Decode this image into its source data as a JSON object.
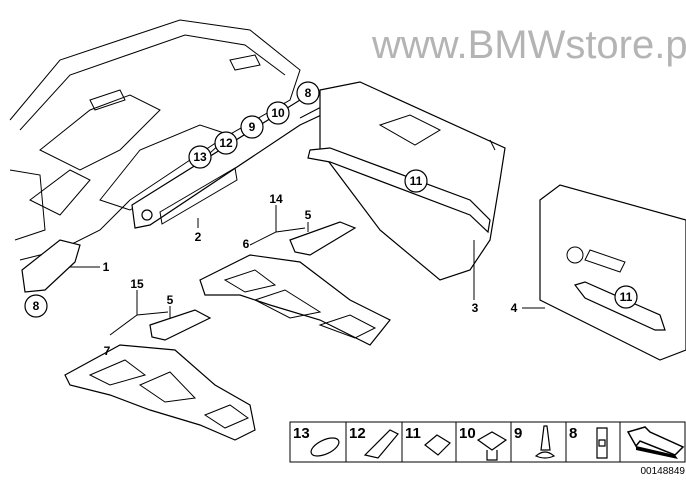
{
  "watermark": "www.BMWstore.pl",
  "drawing_number": "00148849",
  "callouts_circled": {
    "c8a": "8",
    "c8b": "8",
    "c10": "10",
    "c9": "9",
    "c12": "12",
    "c13": "13",
    "c11a": "11",
    "c11b": "11"
  },
  "callouts_plain": {
    "p1": "1",
    "p2": "2",
    "p3": "3",
    "p4": "4",
    "p5a": "5",
    "p5b": "5",
    "p6": "6",
    "p7": "7",
    "p14": "14",
    "p15": "15"
  },
  "legend": [
    {
      "num": "13",
      "part": "cap"
    },
    {
      "num": "12",
      "part": "clip-bracket"
    },
    {
      "num": "11",
      "part": "clip-nut"
    },
    {
      "num": "10",
      "part": "clip-nut-large"
    },
    {
      "num": "9",
      "part": "expanding-rivet"
    },
    {
      "num": "8",
      "part": "clip"
    },
    {
      "num": "",
      "part": "arrow-symbol"
    }
  ]
}
